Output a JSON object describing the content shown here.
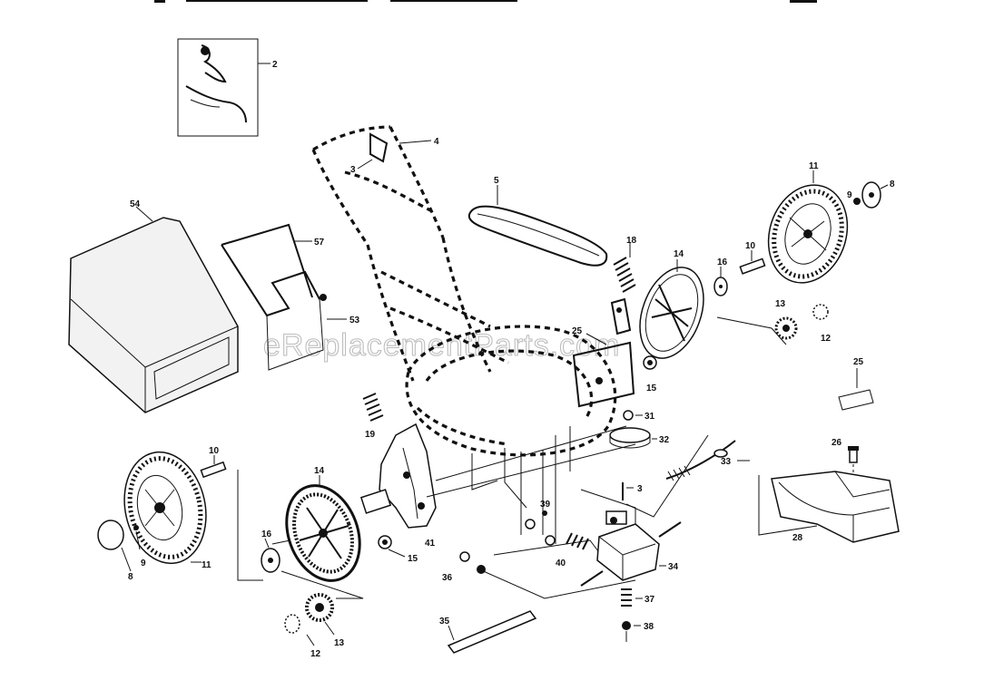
{
  "watermark": "eReplacementParts.com",
  "part_numbers": {
    "p2": "2",
    "p3": "3",
    "p4": "4",
    "p5": "5",
    "p8_right": "8",
    "p9_right": "9",
    "p11_right": "11",
    "p10_right": "10",
    "p14_right": "14",
    "p16_right": "16",
    "p18": "18",
    "p13_right": "13",
    "p12_right": "12",
    "p54": "54",
    "p57": "57",
    "p53": "53",
    "p25_upper": "25",
    "p15_right": "15",
    "p31": "31",
    "p32": "32",
    "p25_right": "25",
    "p26": "26",
    "p28": "28",
    "p19": "19",
    "p10_left": "10",
    "p14_left": "14",
    "p33": "33",
    "p3_lower": "3",
    "p39": "39",
    "p16_left": "16",
    "p15_left": "15",
    "p41": "41",
    "p40": "40",
    "p34": "34",
    "p35": "35",
    "p37": "37",
    "p38": "38",
    "p36": "36",
    "p8_left": "8",
    "p9_left": "9",
    "p11_left": "11",
    "p12_left": "12",
    "p13_left": "13"
  }
}
